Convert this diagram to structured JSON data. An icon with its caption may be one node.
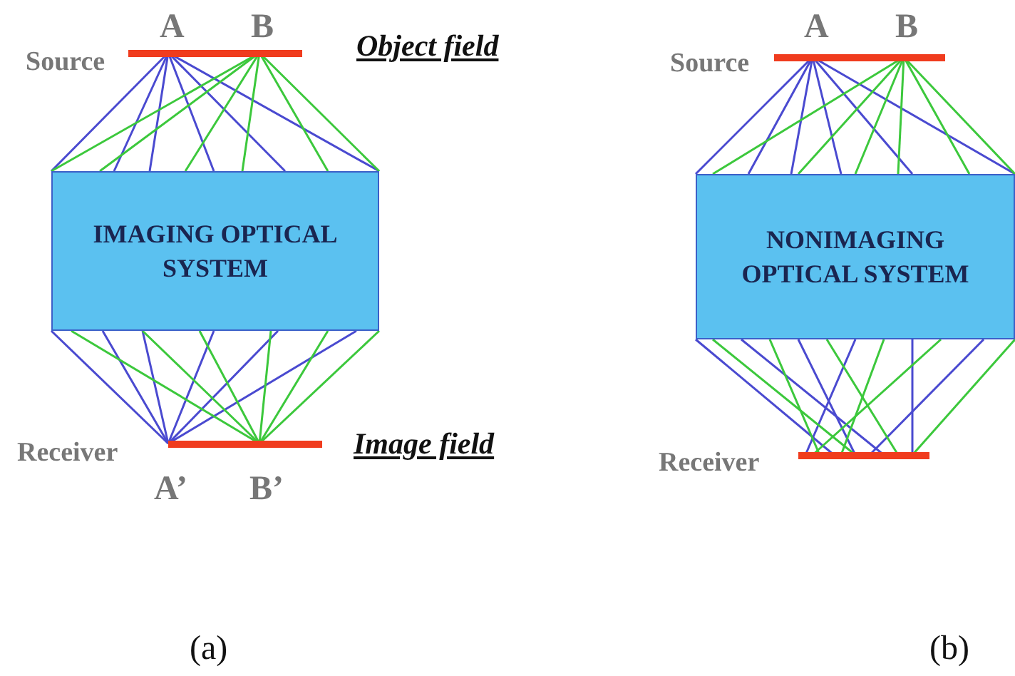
{
  "diagram": {
    "nodes": [
      {
        "text": [],
        "shape": "bar",
        "beside": [
          "Source"
        ]
      },
      {
        "text": [
          "IMAGING OPTICAL SYSTEM"
        ]
      },
      {
        "text": [],
        "shape": "bar",
        "beside": [
          "Receiver"
        ]
      },
      {
        "text": [],
        "shape": "bar",
        "beside": [
          "Source"
        ]
      },
      {
        "text": [
          "NONIMAGING OPTICAL SYSTEM"
        ]
      },
      {
        "text": [],
        "shape": "bar",
        "beside": [
          "Receiver"
        ]
      }
    ],
    "edges": [],
    "labels": [
      "A",
      "B",
      "Object field",
      "A",
      "B",
      "Image field",
      "A’",
      "B’",
      "(a)",
      "(b)"
    ]
  }
}
